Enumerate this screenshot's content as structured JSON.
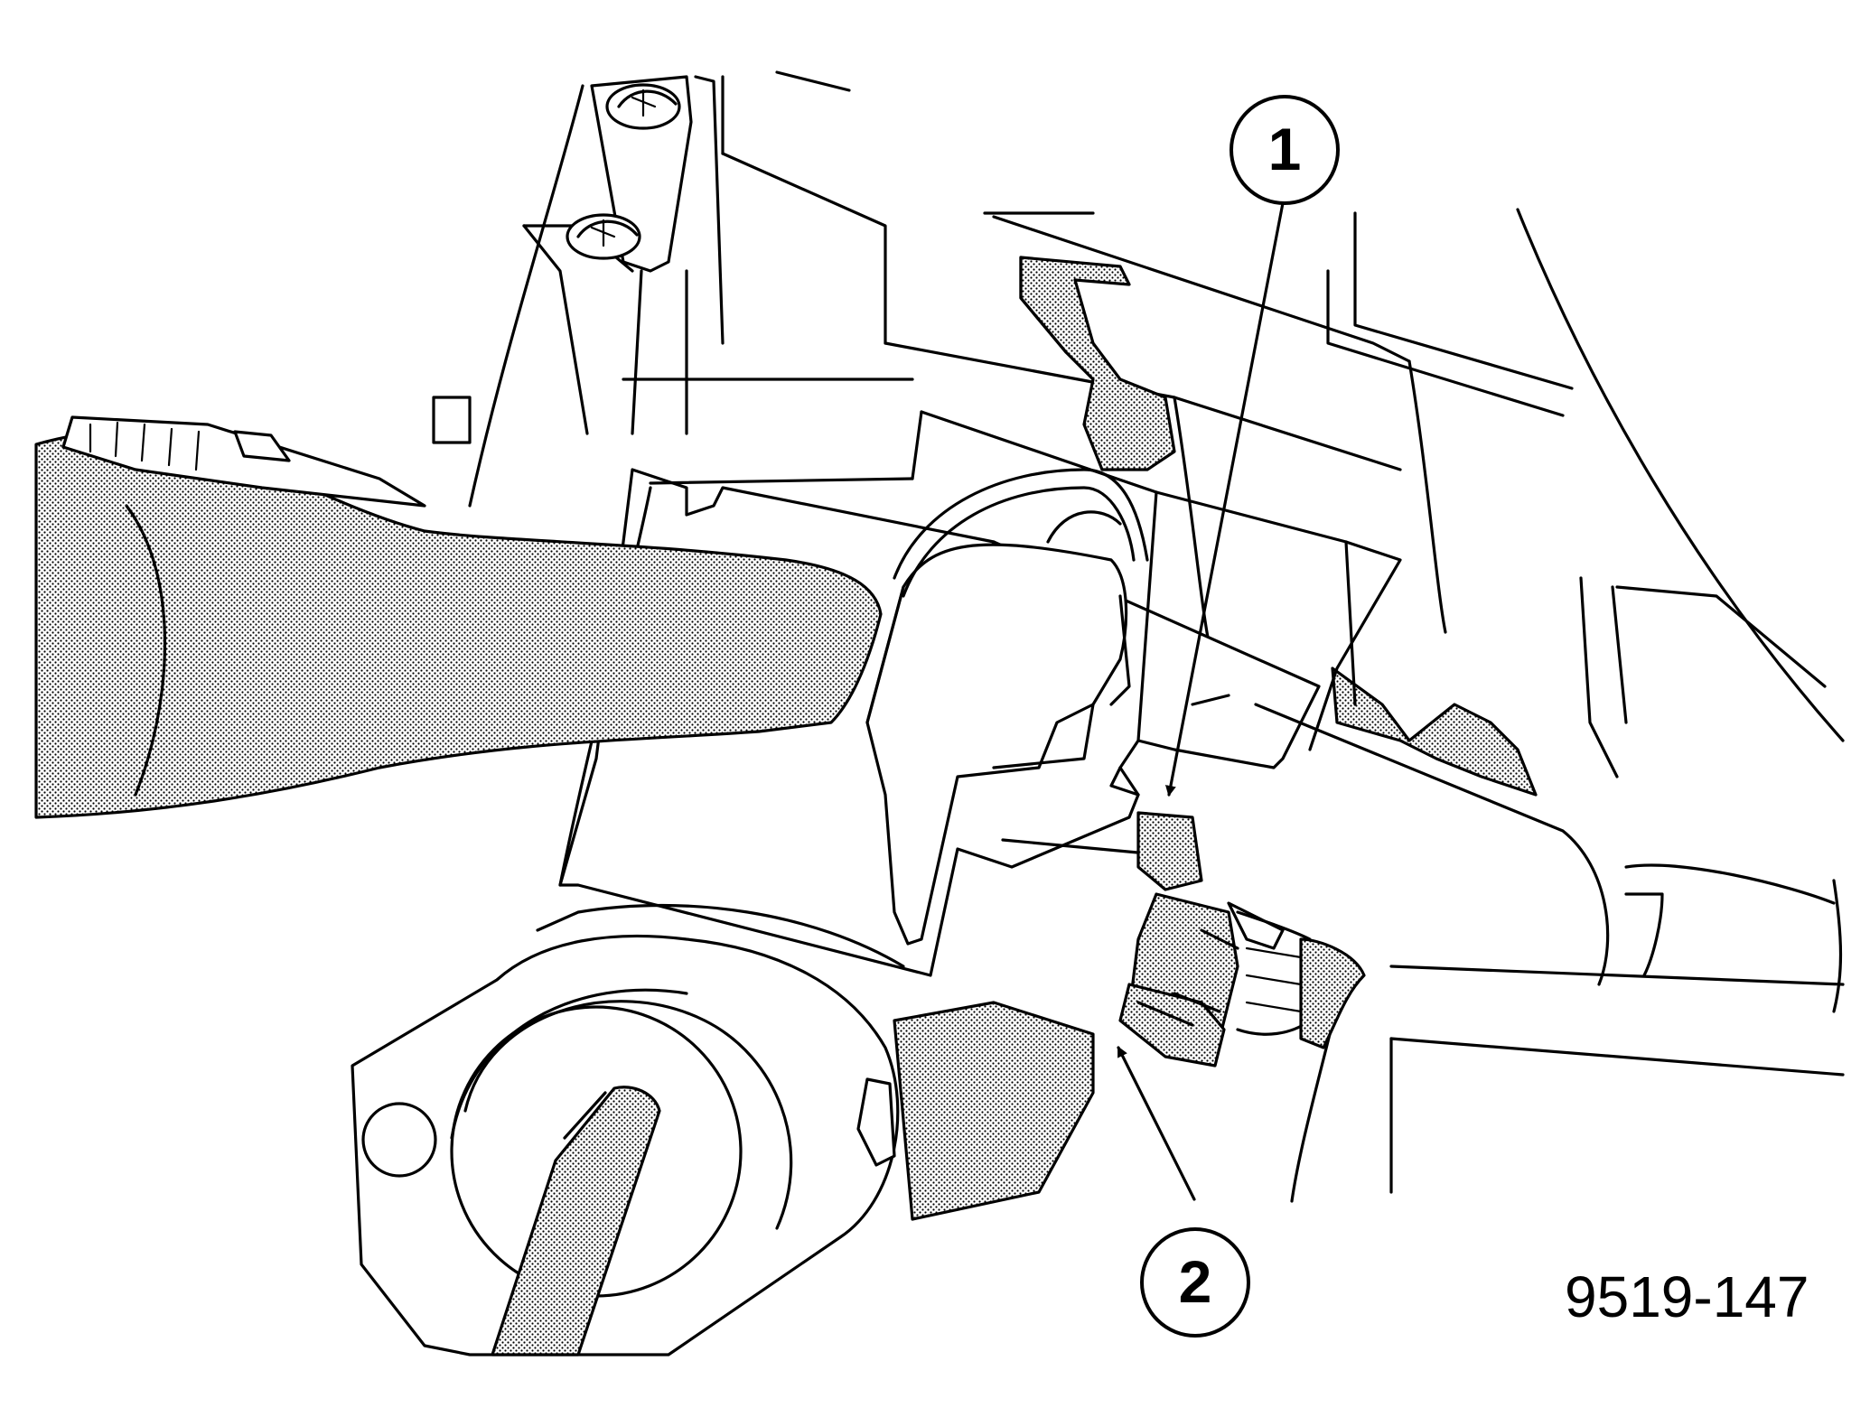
{
  "figure": {
    "callouts": [
      {
        "number": "1"
      },
      {
        "number": "2"
      }
    ],
    "figure_id": "9519-147"
  }
}
